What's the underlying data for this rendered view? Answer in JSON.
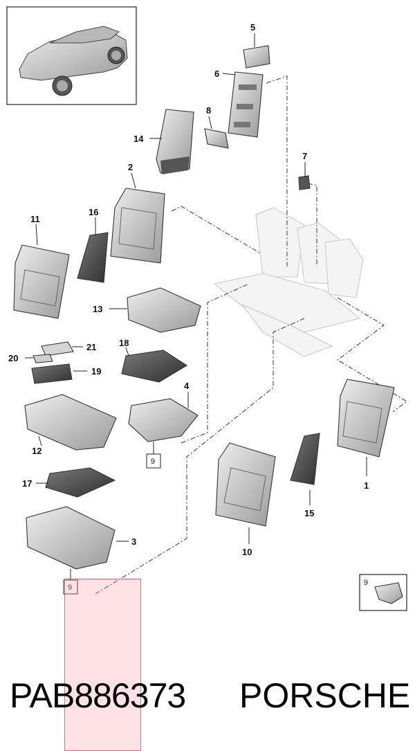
{
  "diagram": {
    "callouts": {
      "c1": "1",
      "c2": "2",
      "c3": "3",
      "c4": "4",
      "c5": "5",
      "c6": "6",
      "c7": "7",
      "c8": "8",
      "c9a": "9",
      "c9b": "9",
      "c9c": "9",
      "c10": "10",
      "c11": "11",
      "c12": "12",
      "c13": "13",
      "c14": "14",
      "c15": "15",
      "c16": "16",
      "c17": "17",
      "c18": "18",
      "c19": "19",
      "c20": "20",
      "c21": "21"
    }
  },
  "footer": {
    "part_number": "PAB886373",
    "brand": "PORSCHE"
  },
  "colors": {
    "part_fill": "#d9d9d9",
    "part_dark": "#8c8c8c",
    "highlight": "#ffc0cb"
  }
}
